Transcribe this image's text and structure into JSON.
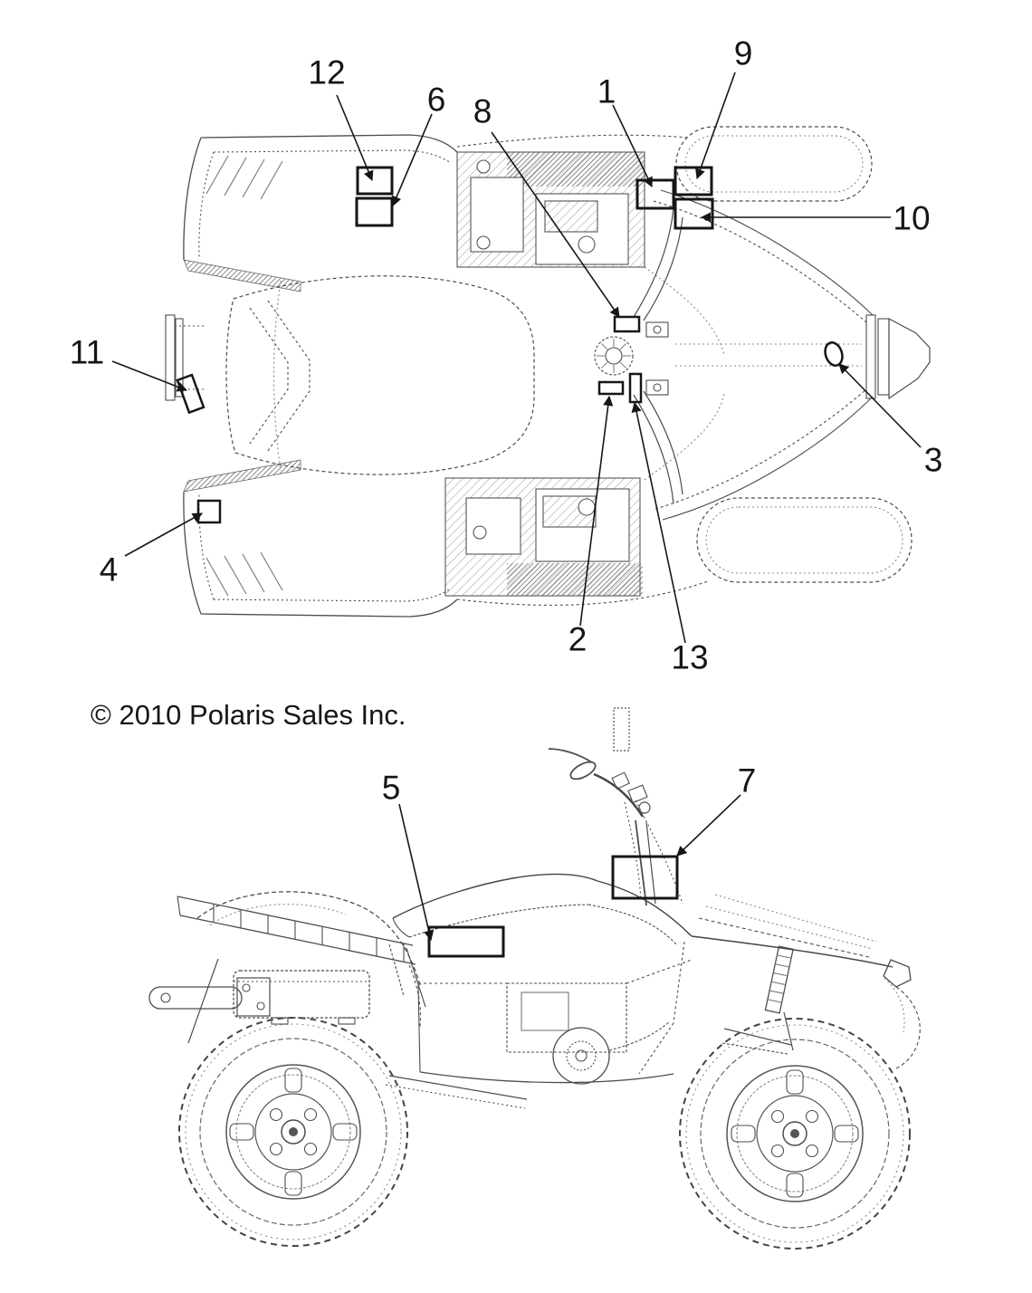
{
  "copyright": "© 2010 Polaris Sales Inc.",
  "colors": {
    "ink": "#161616",
    "sketch": "#4d4d4d"
  },
  "diagram": {
    "callouts": [
      {
        "id": 1,
        "label": "1"
      },
      {
        "id": 2,
        "label": "2"
      },
      {
        "id": 3,
        "label": "3"
      },
      {
        "id": 4,
        "label": "4"
      },
      {
        "id": 5,
        "label": "5"
      },
      {
        "id": 6,
        "label": "6"
      },
      {
        "id": 7,
        "label": "7"
      },
      {
        "id": 8,
        "label": "8"
      },
      {
        "id": 9,
        "label": "9"
      },
      {
        "id": 10,
        "label": "10"
      },
      {
        "id": 11,
        "label": "11"
      },
      {
        "id": 12,
        "label": "12"
      },
      {
        "id": 13,
        "label": "13"
      }
    ]
  }
}
